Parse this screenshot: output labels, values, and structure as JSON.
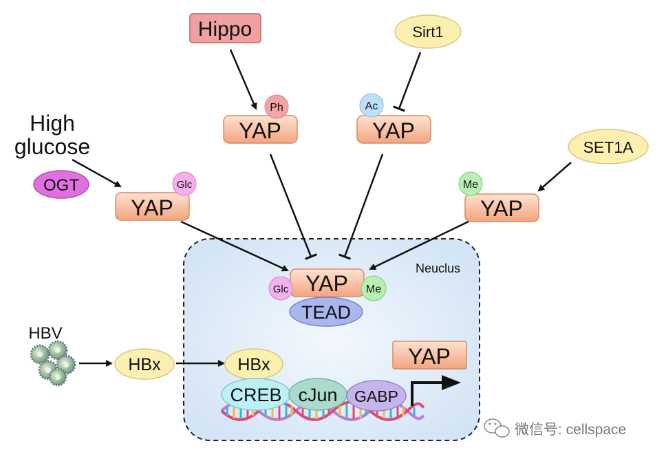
{
  "labels": {
    "hippo": "Hippo",
    "sirt1": "Sirt1",
    "set1a": "SET1A",
    "ogt": "OGT",
    "high_glucose_line1": "High",
    "high_glucose_line2": "glucose",
    "yap": "YAP",
    "ph": "Ph",
    "ac": "Ac",
    "glc": "Glc",
    "me": "Me",
    "tead": "TEAD",
    "nucleus": "Neuclus",
    "hbv": "HBV",
    "hbx": "HBx",
    "creb": "CREB",
    "cjun": "cJun",
    "gabp": "GABP",
    "watermark": "微信号: cellspace"
  },
  "colors": {
    "yap_fill": "#f6b99b",
    "hippo_fill": "#f0a0a0",
    "yellow_oval": "#fbf0b0",
    "ogt_fill": "#e070e0",
    "ph_fill": "#f3a4a4",
    "ac_fill": "#bde0f6",
    "glc_fill": "#f3b0ee",
    "me_fill": "#b8f0b4",
    "tead_fill": "#aab6ee",
    "creb_fill": "#bdf0f4",
    "cjun_fill": "#a9dccc",
    "gabp_fill": "#c6b4ec",
    "nucleus_fill": "#e3effb"
  }
}
